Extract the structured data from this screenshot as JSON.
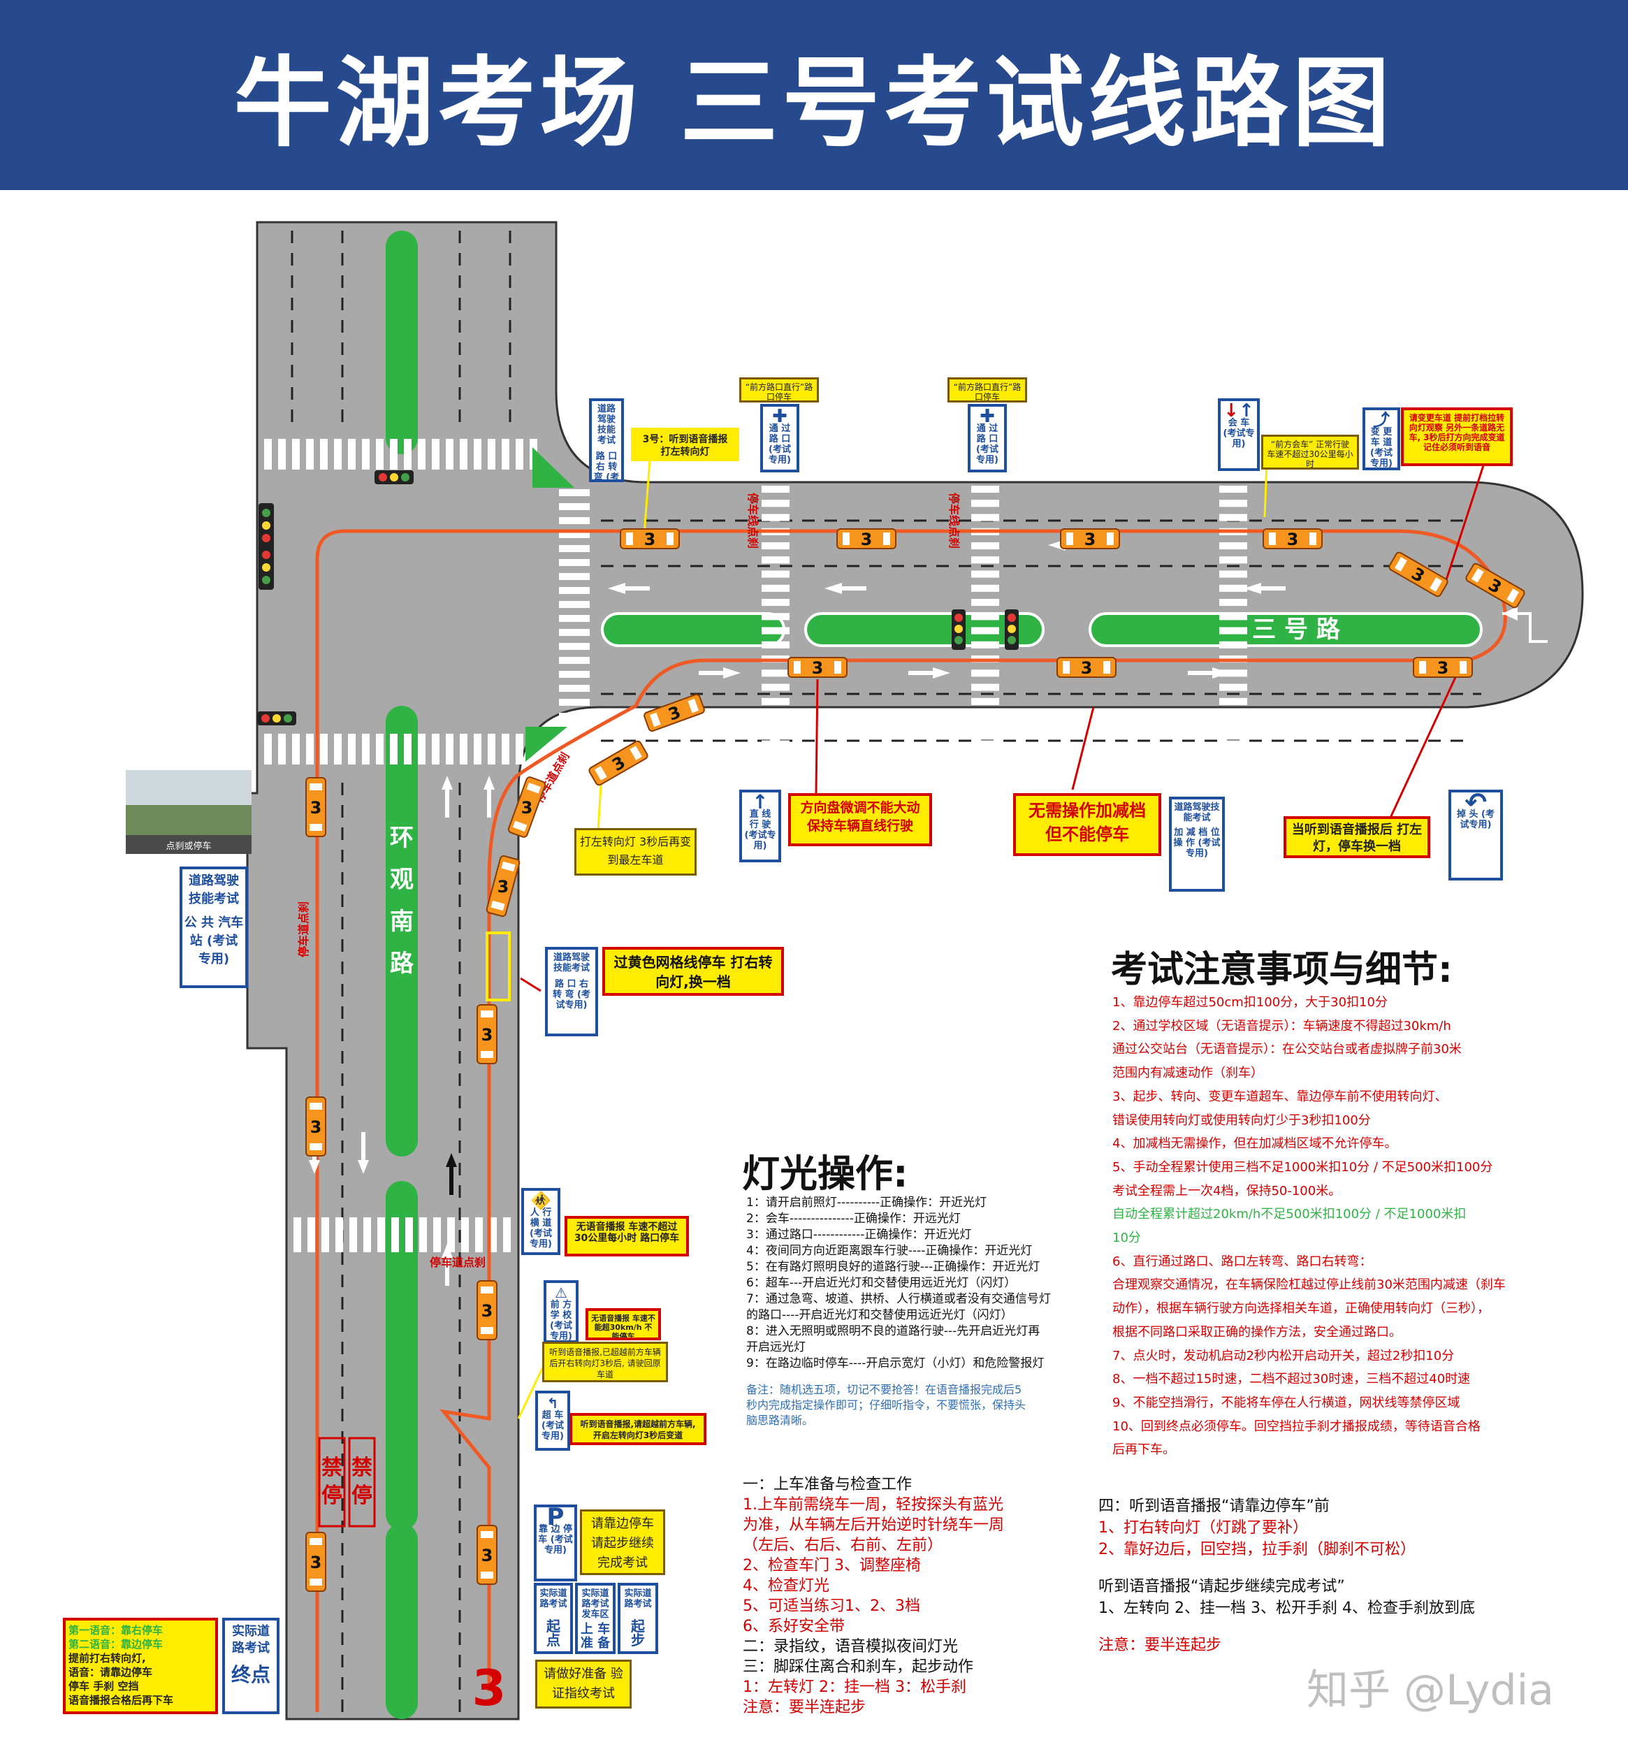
{
  "header": {
    "title": "牛湖考场 三号考试线路图"
  },
  "roads": {
    "vertical_name": [
      "环",
      "观",
      "南",
      "路"
    ],
    "horizontal_name": "三 号 路",
    "route_number": "3",
    "route_marker_big": "3"
  },
  "signs": {
    "top_left": {
      "header": "道路驾驶技能考试",
      "body": "路 口 右 转 弯 (考试专用)"
    },
    "straight1": {
      "top": "“前方路口直行”路口停车",
      "body": "通 过 路 口 (考试专用)"
    },
    "straight2": {
      "top": "“前方路口直行”路口停车",
      "body": "通 过 路 口 (考试专用)"
    },
    "meet": {
      "body": "会 车 (考试专用)"
    },
    "change": {
      "body": "变 更 车 道 (考试专用)"
    },
    "go_straight": {
      "body": "直 线 行 驶 (考试专用)"
    },
    "accel": {
      "header": "道路驾驶技能考试",
      "body": "加 减 档 位 操 作 (考试专用)"
    },
    "uturn": {
      "body": "掉 头 (考试专用)"
    },
    "bus": {
      "header": "道路驾驶技能考试",
      "body": "公 共 汽车站 (考试专用)"
    },
    "right_turn2": {
      "header": "道路驾驶技能考试",
      "body": "路 口 右 转 弯 (考试专用)"
    },
    "crosswalk": {
      "body": "人 行 横 道 (考试专用)"
    },
    "school": {
      "body": "前 方 学 校 (考试专用)"
    },
    "overtake": {
      "body": "超 车 (考试专用)"
    },
    "pull_over": {
      "letter": "P",
      "body": "靠 边 停 车 (考试专用)"
    },
    "start1": {
      "header": "实际道路考试",
      "body": "起 点"
    },
    "start2": {
      "header": "实际道路考试 发车区",
      "body": "上 车 准 备"
    },
    "start3": {
      "header": "实际道路考试",
      "body": "起 步"
    },
    "end": {
      "header": "实际道路考试",
      "body": "终点"
    }
  },
  "callouts": {
    "c3": "3号：听到语音播报 打左转向灯",
    "meet_info": "“前方会车” 正常行驶 车速不超过30公里每小时",
    "change_info": "请变更车道 提前打档拉转向灯观察 另外一条道路无车, 3秒后打方向完成变道 记住必须听到语音",
    "left_turn": "打左转向灯 3秒后再变到最左车道",
    "steer": "方向盘微调不能大动 保持车辆直线行驶",
    "noop": "无需操作加减档 但不能停车",
    "uturn_info": "当听到语音播报后 打左灯，停车换一档",
    "grid": "过黄色网格线停车 打右转向灯,换一档",
    "no_voice": "无语音播报 车速不超过30公里每小时 路口停车",
    "school_info": "无语音播报 车速不能超30km/h 不能停车",
    "overtake1": "听到语音播报,已超越前方车辆 后开右转向灯3秒后, 请驶回原车道",
    "overtake2": "听到语音播报,请超越前方车辆, 开启左转向灯3秒后变道",
    "pull_over_info": "请靠边停车 请起步继续 完成考试",
    "fingerprint": "请做好准备 验证指纹考试",
    "voices": [
      "第一语音：靠右停车",
      "第二语音：靠边停车",
      "提前打右转向灯,",
      "语音：请靠边停车",
      "停车 手刹 空挡",
      "语音播报合格后再下车"
    ]
  },
  "road_labels": {
    "stop1": "停车线点刹",
    "stop2": "停车线点刹",
    "stop3": "停车道点刹",
    "stop4": "停车道点刹",
    "stop5": "停车道点刹",
    "forbid": [
      "禁",
      "停"
    ],
    "photo_caption": "点刹或停车"
  },
  "lights": {
    "title": "灯光操作:",
    "items": [
      "1：请开启前照灯----------正确操作：开近光灯",
      "2：会车---------------正确操作：开远光灯",
      "3：通过路口------------正确操作：开近光灯",
      "4：夜间同方向近距离跟车行驶----正确操作：开近光灯",
      "5：在有路灯照明良好的道路行驶---正确操作：开近光灯",
      "6：超车---开启近光灯和交替使用远近光灯（闪灯）",
      "7：通过急弯、坡道、拱桥、人行横道或者没有交通信号灯",
      "的路口----开启近光灯和交替使用远近光灯（闪灯）",
      "8：进入无照明或照明不良的道路行驶---先开启近光灯再",
      "开启远光灯",
      "9：在路边临时停车----开启示宽灯（小灯）和危险警报灯"
    ],
    "note": [
      "备注：随机选五项，切记不要抢答！在语音播报完成后5",
      "秒内完成指定操作即可；仔细听指令，不要慌张，保持头",
      "脑思路清晰。"
    ]
  },
  "prep": {
    "head": "一：上车准备与检查工作",
    "items": [
      "1.上车前需绕车一周，轻按探头有蓝光",
      "为准，从车辆左后开始逆时针绕车一周",
      "（左后、右后、右前、左前）",
      "2、检查车门   3、调整座椅",
      "4、检查灯光",
      "5、可适当练习1、2、3档",
      "6、系好安全带"
    ],
    "two": "二：录指纹，语音模拟夜间灯光",
    "three": "三：脚踩住离合和刹车，起步动作",
    "three_items": "1：左转灯 2：挂一档 3：松手刹",
    "note": "注意：要半连起步"
  },
  "notes": {
    "title": "考试注意事项与细节:",
    "items": [
      "1、靠边停车超过50cm扣100分，大于30扣10分",
      "2、通过学校区域（无语音提示）：车辆速度不得超过30km/h",
      "   通过公交站台（无语音提示）：在公交站台或者虚拟牌子前30米",
      "范围内有减速动作（刹车）",
      "3、起步、转向、变更车道超车、靠边停车前不使用转向灯、",
      "   错误使用转向灯或使用转向灯少于3秒扣100分",
      "4、加减档无需操作，但在加减档区域不允许停车。",
      "5、手动全程累计使用三档不足1000米扣10分 / 不足500米扣100分",
      "   考试全程需上一次4档，保持50-100米。",
      "自动全程累计超过20km/h不足500米扣100分 / 不足1000米扣",
      "10分",
      "6、直行通过路口、路口左转弯、路口右转弯：",
      "合理观察交通情况，在车辆保险杠越过停止线前30米范围内减速（刹车",
      "动作），根据车辆行驶方向选择相关车道，正确使用转向灯（三秒），",
      "根据不同路口采取正确的操作方法，安全通过路口。",
      "7、点火时，发动机启动2秒内松开启动开关，超过2秒扣10分",
      "8、一档不超过15时速，二档不超过30时速，三档不超过40时速",
      "9、不能空挡滑行，不能将车停在人行横道，网状线等禁停区域",
      "10、回到终点必须停车。回空挡拉手刹才播报成绩，等待语音合格",
      "后再下车。"
    ]
  },
  "four": {
    "head": "四：听到语音播报“请靠边停车”前",
    "items": [
      "1、打右转向灯（灯跳了要补）",
      "2、靠好边后，回空挡，拉手刹（脚刹不可松）"
    ],
    "head2": "听到语音播报“请起步继续完成考试”",
    "items2": "1、左转向 2、挂一档 3、松开手刹 4、检查手刹放到底",
    "note": "注意：要半连起步"
  },
  "watermark": "知乎 @Lydia",
  "colors": {
    "header": "#274a8e",
    "road": "#aaaaaa",
    "median": "#2fb344",
    "route": "#ef5a24",
    "car": "#f7941d",
    "callout_bg": "#ffec00",
    "callout_border": "#d40000",
    "sign_blue": "#1d4f9e"
  }
}
